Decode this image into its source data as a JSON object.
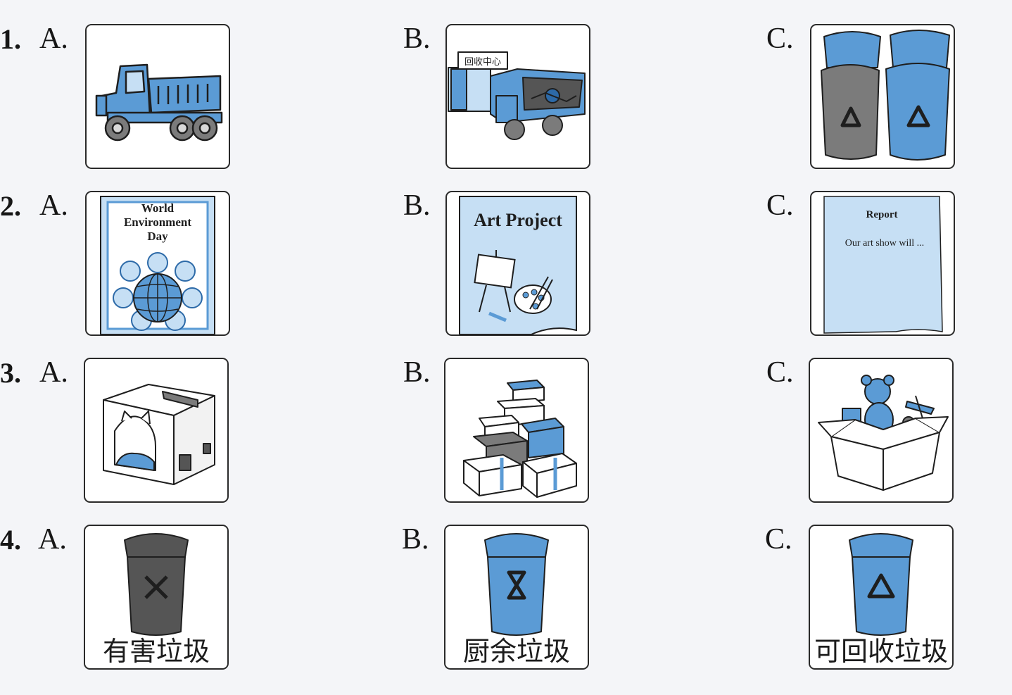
{
  "colors": {
    "blue": "#5b9bd5",
    "light_blue": "#c6dff4",
    "dark_blue": "#2d6aa8",
    "gray": "#7b7b7b",
    "dark_gray": "#555555",
    "outline": "#1e1e1e"
  },
  "questions": [
    {
      "number": "1.",
      "options": [
        {
          "letter": "A.",
          "picture": "dump-truck-icon"
        },
        {
          "letter": "B.",
          "picture": "garbage-truck-at-recycling-center-icon",
          "sign_text": "回收中心"
        },
        {
          "letter": "C.",
          "picture": "sorting-bins-icon"
        }
      ]
    },
    {
      "number": "2.",
      "options": [
        {
          "letter": "A.",
          "picture": "environment-day-poster-icon",
          "poster_title": [
            "World",
            "Environment",
            "Day"
          ]
        },
        {
          "letter": "B.",
          "picture": "art-project-cover-icon",
          "cover_title": "Art Project"
        },
        {
          "letter": "C.",
          "picture": "report-page-icon",
          "report_title": "Report",
          "report_line": "Our art show will ..."
        }
      ]
    },
    {
      "number": "3.",
      "options": [
        {
          "letter": "A.",
          "picture": "cat-box-house-icon"
        },
        {
          "letter": "B.",
          "picture": "stacked-boxes-icon"
        },
        {
          "letter": "C.",
          "picture": "toy-box-icon"
        }
      ]
    },
    {
      "number": "4.",
      "options": [
        {
          "letter": "A.",
          "picture": "hazardous-waste-bin-icon",
          "caption": "有害垃圾"
        },
        {
          "letter": "B.",
          "picture": "kitchen-waste-bin-icon",
          "caption": "厨余垃圾"
        },
        {
          "letter": "C.",
          "picture": "recyclable-waste-bin-icon",
          "caption": "可回收垃圾"
        }
      ]
    }
  ]
}
